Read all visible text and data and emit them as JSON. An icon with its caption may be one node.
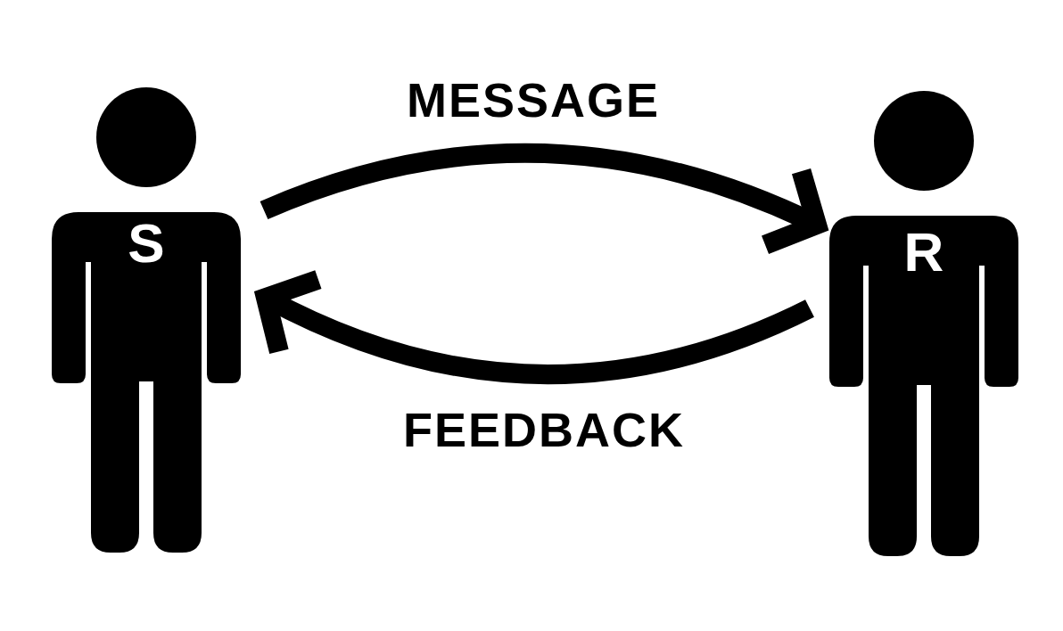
{
  "diagram": {
    "nodes": [
      {
        "text": [
          "S"
        ]
      },
      {
        "text": [
          "R"
        ]
      }
    ],
    "edges": [
      {
        "from": 0,
        "to": 1,
        "arrow": "to",
        "label": "MESSAGE"
      },
      {
        "from": 1,
        "to": 0,
        "arrow": "to",
        "label": "FEEDBACK"
      }
    ]
  }
}
